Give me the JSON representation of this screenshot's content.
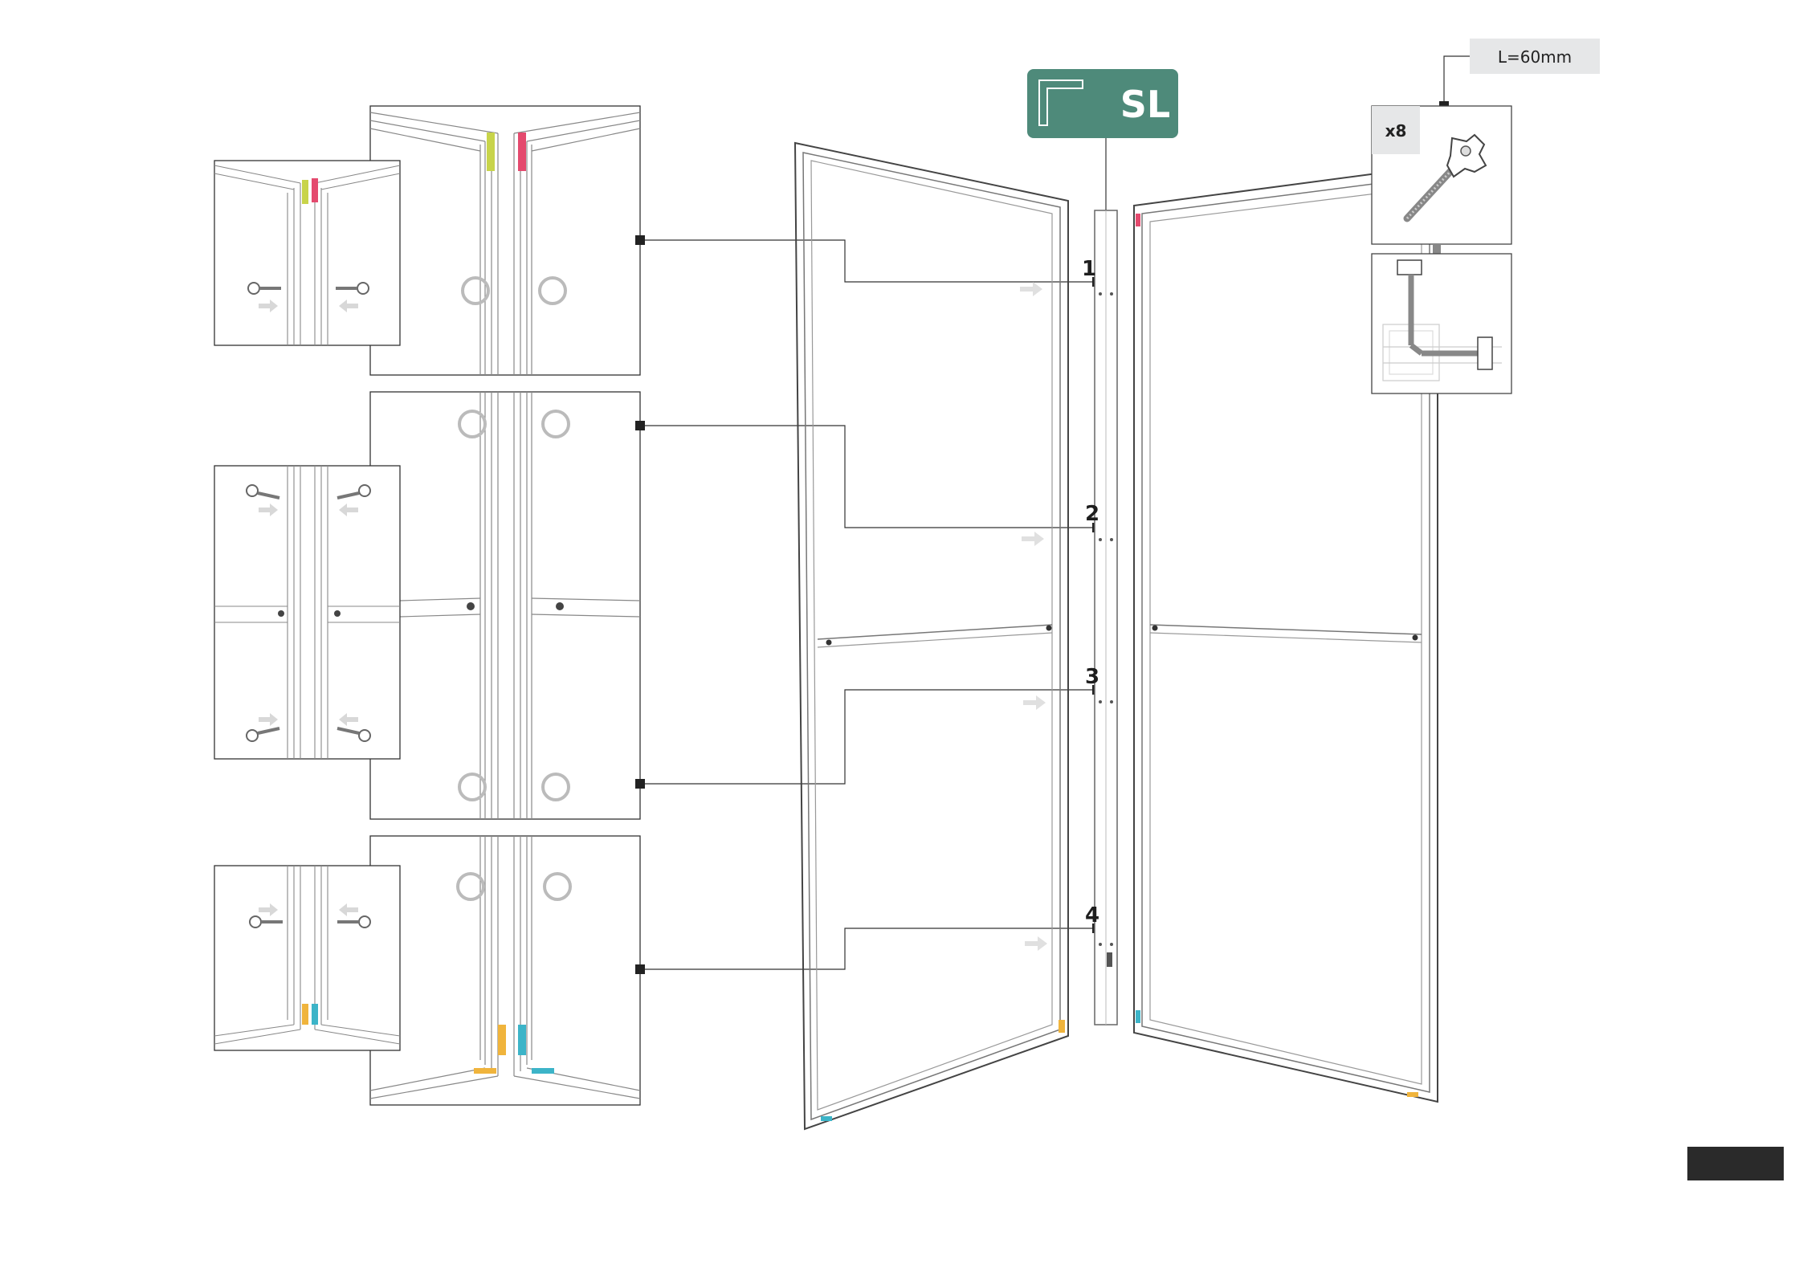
{
  "profile_tag": {
    "text": "SL",
    "color": "#4e8a7a"
  },
  "screw": {
    "length_label": "L=60mm",
    "quantity_label": "x8"
  },
  "callouts": [
    "1",
    "2",
    "3",
    "4"
  ],
  "page_tab_color": "#2a2a2a",
  "accent_colors": {
    "yellow_green": "#c8d44a",
    "pink": "#e44a6e",
    "orange": "#f0b43c",
    "cyan": "#3cb4c8"
  }
}
